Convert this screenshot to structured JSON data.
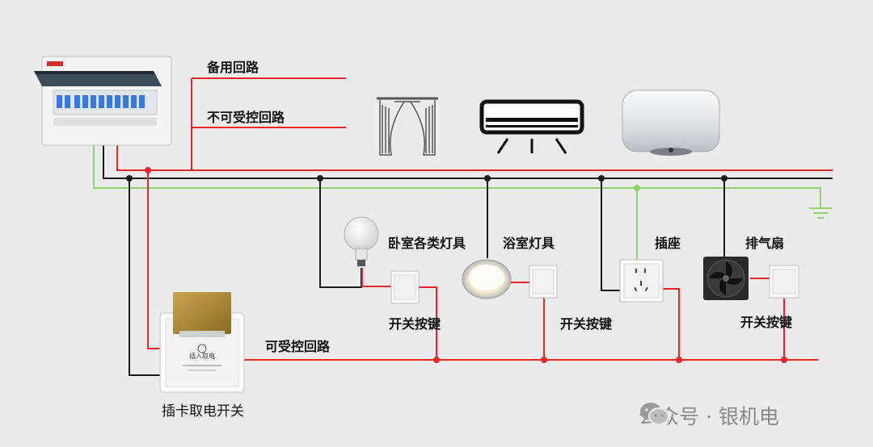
{
  "labels": {
    "spare_circuit": "备用回路",
    "uncontrolled_circuit": "不可受控回路",
    "controlled_circuit": "可受控回路",
    "bedroom_lights": "卧室各类灯具",
    "bathroom_lights": "浴室灯具",
    "socket": "插座",
    "exhaust_fan": "排气扇",
    "switch_key_1": "开关按键",
    "switch_key_2": "开关按键",
    "switch_key_3": "开关按键",
    "card_switch": "插卡取电开关",
    "card_slot_text": "插入取电"
  },
  "watermark": "公众号 · 银机电",
  "colors": {
    "live_wire": "#e8262c",
    "neutral_wire": "#1a1a1a",
    "earth_wire": "#8fd16a",
    "background": "#ebebeb"
  },
  "icons": {
    "distribution_box": "distribution-box-icon",
    "curtain": "curtain-icon",
    "air_conditioner": "air-conditioner-icon",
    "water_heater": "water-heater-icon",
    "light_bulb": "light-bulb-icon",
    "ceiling_light": "ceiling-light-icon",
    "wall_socket": "wall-socket-icon",
    "exhaust_fan": "exhaust-fan-icon",
    "ground": "ground-icon",
    "card_power_switch": "card-power-switch-icon"
  }
}
